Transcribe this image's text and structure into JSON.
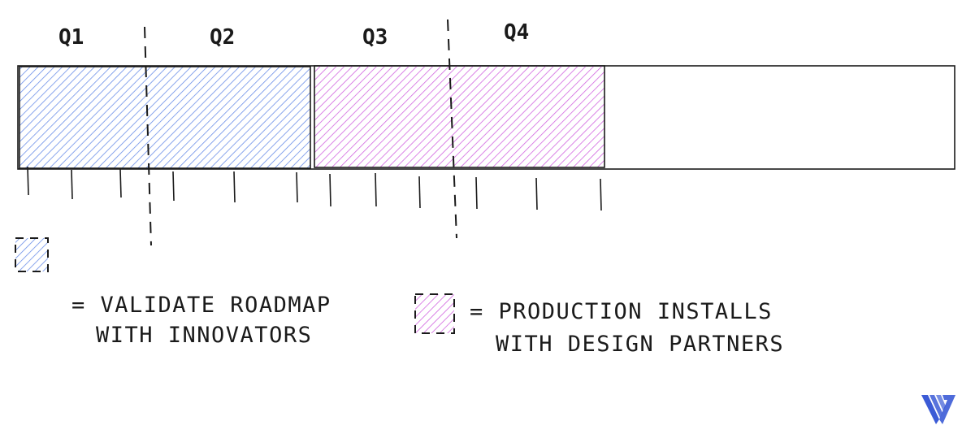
{
  "quarters": [
    "Q1",
    "Q2",
    "Q3",
    "Q4"
  ],
  "phases": [
    {
      "key": "validate",
      "color": "#6b8ee8",
      "legend_lines": [
        "= VALIDATE ROADMAP",
        "WITH INNOVATORS"
      ]
    },
    {
      "key": "production",
      "color": "#d166e0",
      "legend_lines": [
        "= PRODUCTION INSTALLS",
        "WITH DESIGN PARTNERS"
      ]
    }
  ],
  "logo": {
    "icon": "brand-v-logo-icon",
    "color": "#3b5bd6"
  }
}
